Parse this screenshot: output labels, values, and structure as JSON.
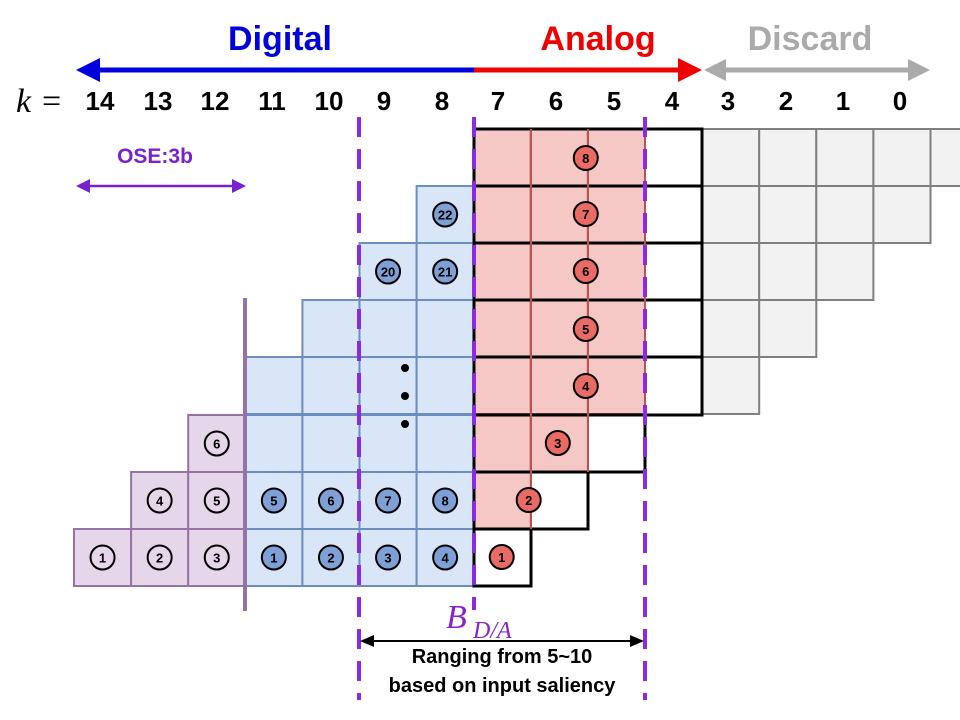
{
  "regions": {
    "digital": {
      "label": "Digital",
      "color": "#0000dd"
    },
    "analog": {
      "label": "Analog",
      "color": "#ee0000"
    },
    "discard": {
      "label": "Discard",
      "color": "#aaaaaa"
    }
  },
  "k_axis": {
    "symbol": "k",
    "equals": "=",
    "values": [
      "14",
      "13",
      "12",
      "11",
      "10",
      "9",
      "8",
      "7",
      "6",
      "5",
      "4",
      "3",
      "2",
      "1",
      "0"
    ]
  },
  "ose": {
    "label": "OSE:3b",
    "color": "#7722cc"
  },
  "boundary": {
    "symbol": "B",
    "subscript": "D/A",
    "color": "#8822cc"
  },
  "range_note": {
    "line1": "Ranging from 5~10",
    "line2": "based on input saliency"
  },
  "ellipsis": "⋮",
  "colors": {
    "purple_fill": "#e5d6e9",
    "purple_stroke": "#9673a6",
    "blue_fill": "#d9e6f7",
    "blue_stroke": "#6c8ebf",
    "red_fill": "#f6c8c5",
    "red_stroke": "#b85450",
    "gray_fill": "#f2f2f2",
    "gray_stroke": "#7f7f7f",
    "blue_circle": "#7ea0d6",
    "red_circle": "#ea6b66",
    "dash_color": "#8a2be2"
  },
  "partial_products": {
    "osc_labels": [
      "1",
      "2",
      "3",
      "4",
      "5",
      "6"
    ],
    "digital_labels": [
      "1",
      "2",
      "3",
      "4",
      "5",
      "6",
      "7",
      "8",
      "20",
      "21",
      "22"
    ],
    "analog_labels": [
      "1",
      "2",
      "3",
      "4",
      "5",
      "6",
      "7",
      "8"
    ]
  }
}
